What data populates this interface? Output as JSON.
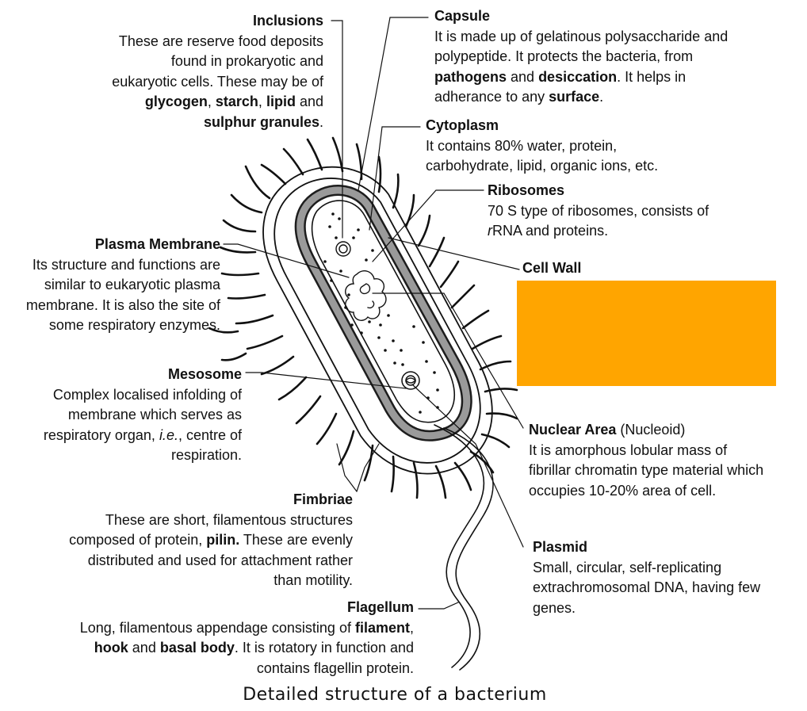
{
  "caption": "Detailed structure of a bacterium",
  "labels": {
    "inclusions": {
      "title": "Inclusions",
      "desc_1": "These are reserve food deposits found in prokaryotic and eukaryotic cells. These may be of",
      "b1": "glycogen",
      "s1": ", ",
      "b2": "starch",
      "s2": ",",
      "b3": "lipid",
      "s3": " and ",
      "b4": "sulphur granules",
      "s4": "."
    },
    "capsule": {
      "title": "Capsule",
      "desc_1": "It is made up of gelatinous polysaccharide and polypeptide. It protects the bacteria, from",
      "b1": "pathogens",
      "s1": " and ",
      "b2": "desiccation",
      "s2": ". It helps in adherance to any ",
      "b3": "surface",
      "s3": "."
    },
    "cytoplasm": {
      "title": "Cytoplasm",
      "desc": "It contains 80% water, protein, carbohydrate, lipid, organic ions, etc."
    },
    "ribosomes": {
      "title": "Ribosomes",
      "desc_1": "70 S type of ribosomes, consists of ",
      "italic": "r",
      "desc_2": "RNA and proteins."
    },
    "cell_wall": {
      "title": "Cell Wall"
    },
    "plasma_membrane": {
      "title": "Plasma Membrane",
      "desc": "Its structure and functions are similar to eukaryotic plasma membrane. It is also the site of some respiratory enzymes."
    },
    "mesosome": {
      "title": "Mesosome",
      "desc_1": "Complex localised infolding of membrane which serves as respiratory organ,",
      "italic": "i.e.",
      "desc_2": ", centre of respiration."
    },
    "nuclear_area": {
      "title": "Nuclear Area",
      "sub": " (Nucleoid)",
      "desc": "It is amorphous lobular mass of fibrillar chromatin type material which occupies 10-20% area of cell."
    },
    "fimbriae": {
      "title": "Fimbriae",
      "desc_1": "These are short, filamentous structures composed of protein,",
      "b1": "pilin.",
      "desc_2": " These are evenly distributed and used for attachment rather than motility."
    },
    "plasmid": {
      "title": "Plasmid",
      "desc": "Small, circular, self-replicating extrachromosomal DNA, having few genes."
    },
    "flagellum": {
      "title": "Flagellum",
      "desc_1": "Long, filamentous appendage consisting of",
      "b1": "filament",
      "s1": ", ",
      "b2": "hook",
      "s2": " and ",
      "b3": "basal body",
      "desc_2": ". It is rotatory in function and contains flagellin protein."
    }
  },
  "colors": {
    "redaction_box": "#ffa500",
    "line": "#111111",
    "wall_fill": "#9a9a9a"
  }
}
